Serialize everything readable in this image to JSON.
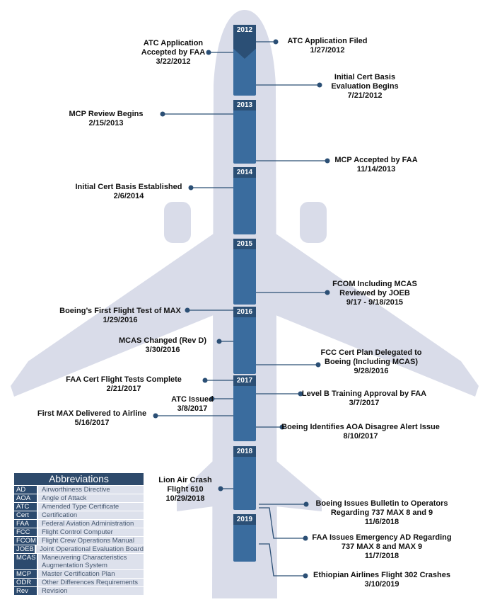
{
  "colors": {
    "plane": "#d9dce9",
    "column": "#3a6c9e",
    "column_header": "#2b4f75",
    "line": "#2b4f75"
  },
  "years": [
    "2012",
    "2013",
    "2014",
    "2015",
    "2016",
    "2017",
    "2018",
    "2019"
  ],
  "events_left": [
    {
      "title": "ATC Application\nAccepted by FAA",
      "date": "3/22/2012"
    },
    {
      "title": "MCP Review Begins",
      "date": "2/15/2013"
    },
    {
      "title": "Initial Cert Basis Established",
      "date": "2/6/2014"
    },
    {
      "title": "Boeing’s First Flight Test of MAX",
      "date": "1/29/2016"
    },
    {
      "title": "MCAS Changed (Rev D)",
      "date": "3/30/2016"
    },
    {
      "title": "FAA Cert Flight Tests Complete",
      "date": "2/21/2017"
    },
    {
      "title": "ATC Issued",
      "date": "3/8/2017"
    },
    {
      "title": "First MAX Delivered to Airline",
      "date": "5/16/2017"
    },
    {
      "title": "Lion Air Crash\nFlight 610",
      "date": "10/29/2018"
    }
  ],
  "events_right": [
    {
      "title": "ATC Application Filed",
      "date": "1/27/2012"
    },
    {
      "title": "Initial Cert Basis\nEvaluation Begins",
      "date": "7/21/2012"
    },
    {
      "title": "MCP Accepted by FAA",
      "date": "11/14/2013"
    },
    {
      "title": "FCOM Including MCAS\nReviewed by JOEB",
      "date": "9/17 - 9/18/2015"
    },
    {
      "title": "FCC Cert Plan Delegated to\nBoeing (Including MCAS)",
      "date": "9/28/2016"
    },
    {
      "title": "Level B Training Approval by FAA",
      "date": "3/7/2017"
    },
    {
      "title": "Boeing Identifies AOA Disagree Alert Issue",
      "date": "8/10/2017"
    },
    {
      "title": "Boeing Issues Bulletin to Operators\nRegarding 737 MAX 8 and 9",
      "date": "11/6/2018"
    },
    {
      "title": "FAA Issues Emergency AD Regarding\n737 MAX 8 and MAX 9",
      "date": "11/7/2018"
    },
    {
      "title": "Ethiopian Airlines Flight 302 Crashes",
      "date": "3/10/2019"
    }
  ],
  "abbreviations": {
    "title": "Abbreviations",
    "rows": [
      {
        "abbr": "AD",
        "desc": "Airworthiness Directive"
      },
      {
        "abbr": "AOA",
        "desc": "Angle of Attack"
      },
      {
        "abbr": "ATC",
        "desc": "Amended Type Certificate"
      },
      {
        "abbr": "Cert",
        "desc": "Certification"
      },
      {
        "abbr": "FAA",
        "desc": "Federal Aviation Administration"
      },
      {
        "abbr": "FCC",
        "desc": "Flight Control Computer"
      },
      {
        "abbr": "FCOM",
        "desc": "Flight Crew Operations Manual"
      },
      {
        "abbr": "JOEB",
        "desc": "Joint Operational Evaluation Board"
      },
      {
        "abbr": "MCAS",
        "desc": "Maneuvering Characteristics\nAugmentation System"
      },
      {
        "abbr": "MCP",
        "desc": "Master Certification Plan"
      },
      {
        "abbr": "ODR",
        "desc": "Other Differences Requirements"
      },
      {
        "abbr": "Rev",
        "desc": "Revision"
      }
    ]
  }
}
